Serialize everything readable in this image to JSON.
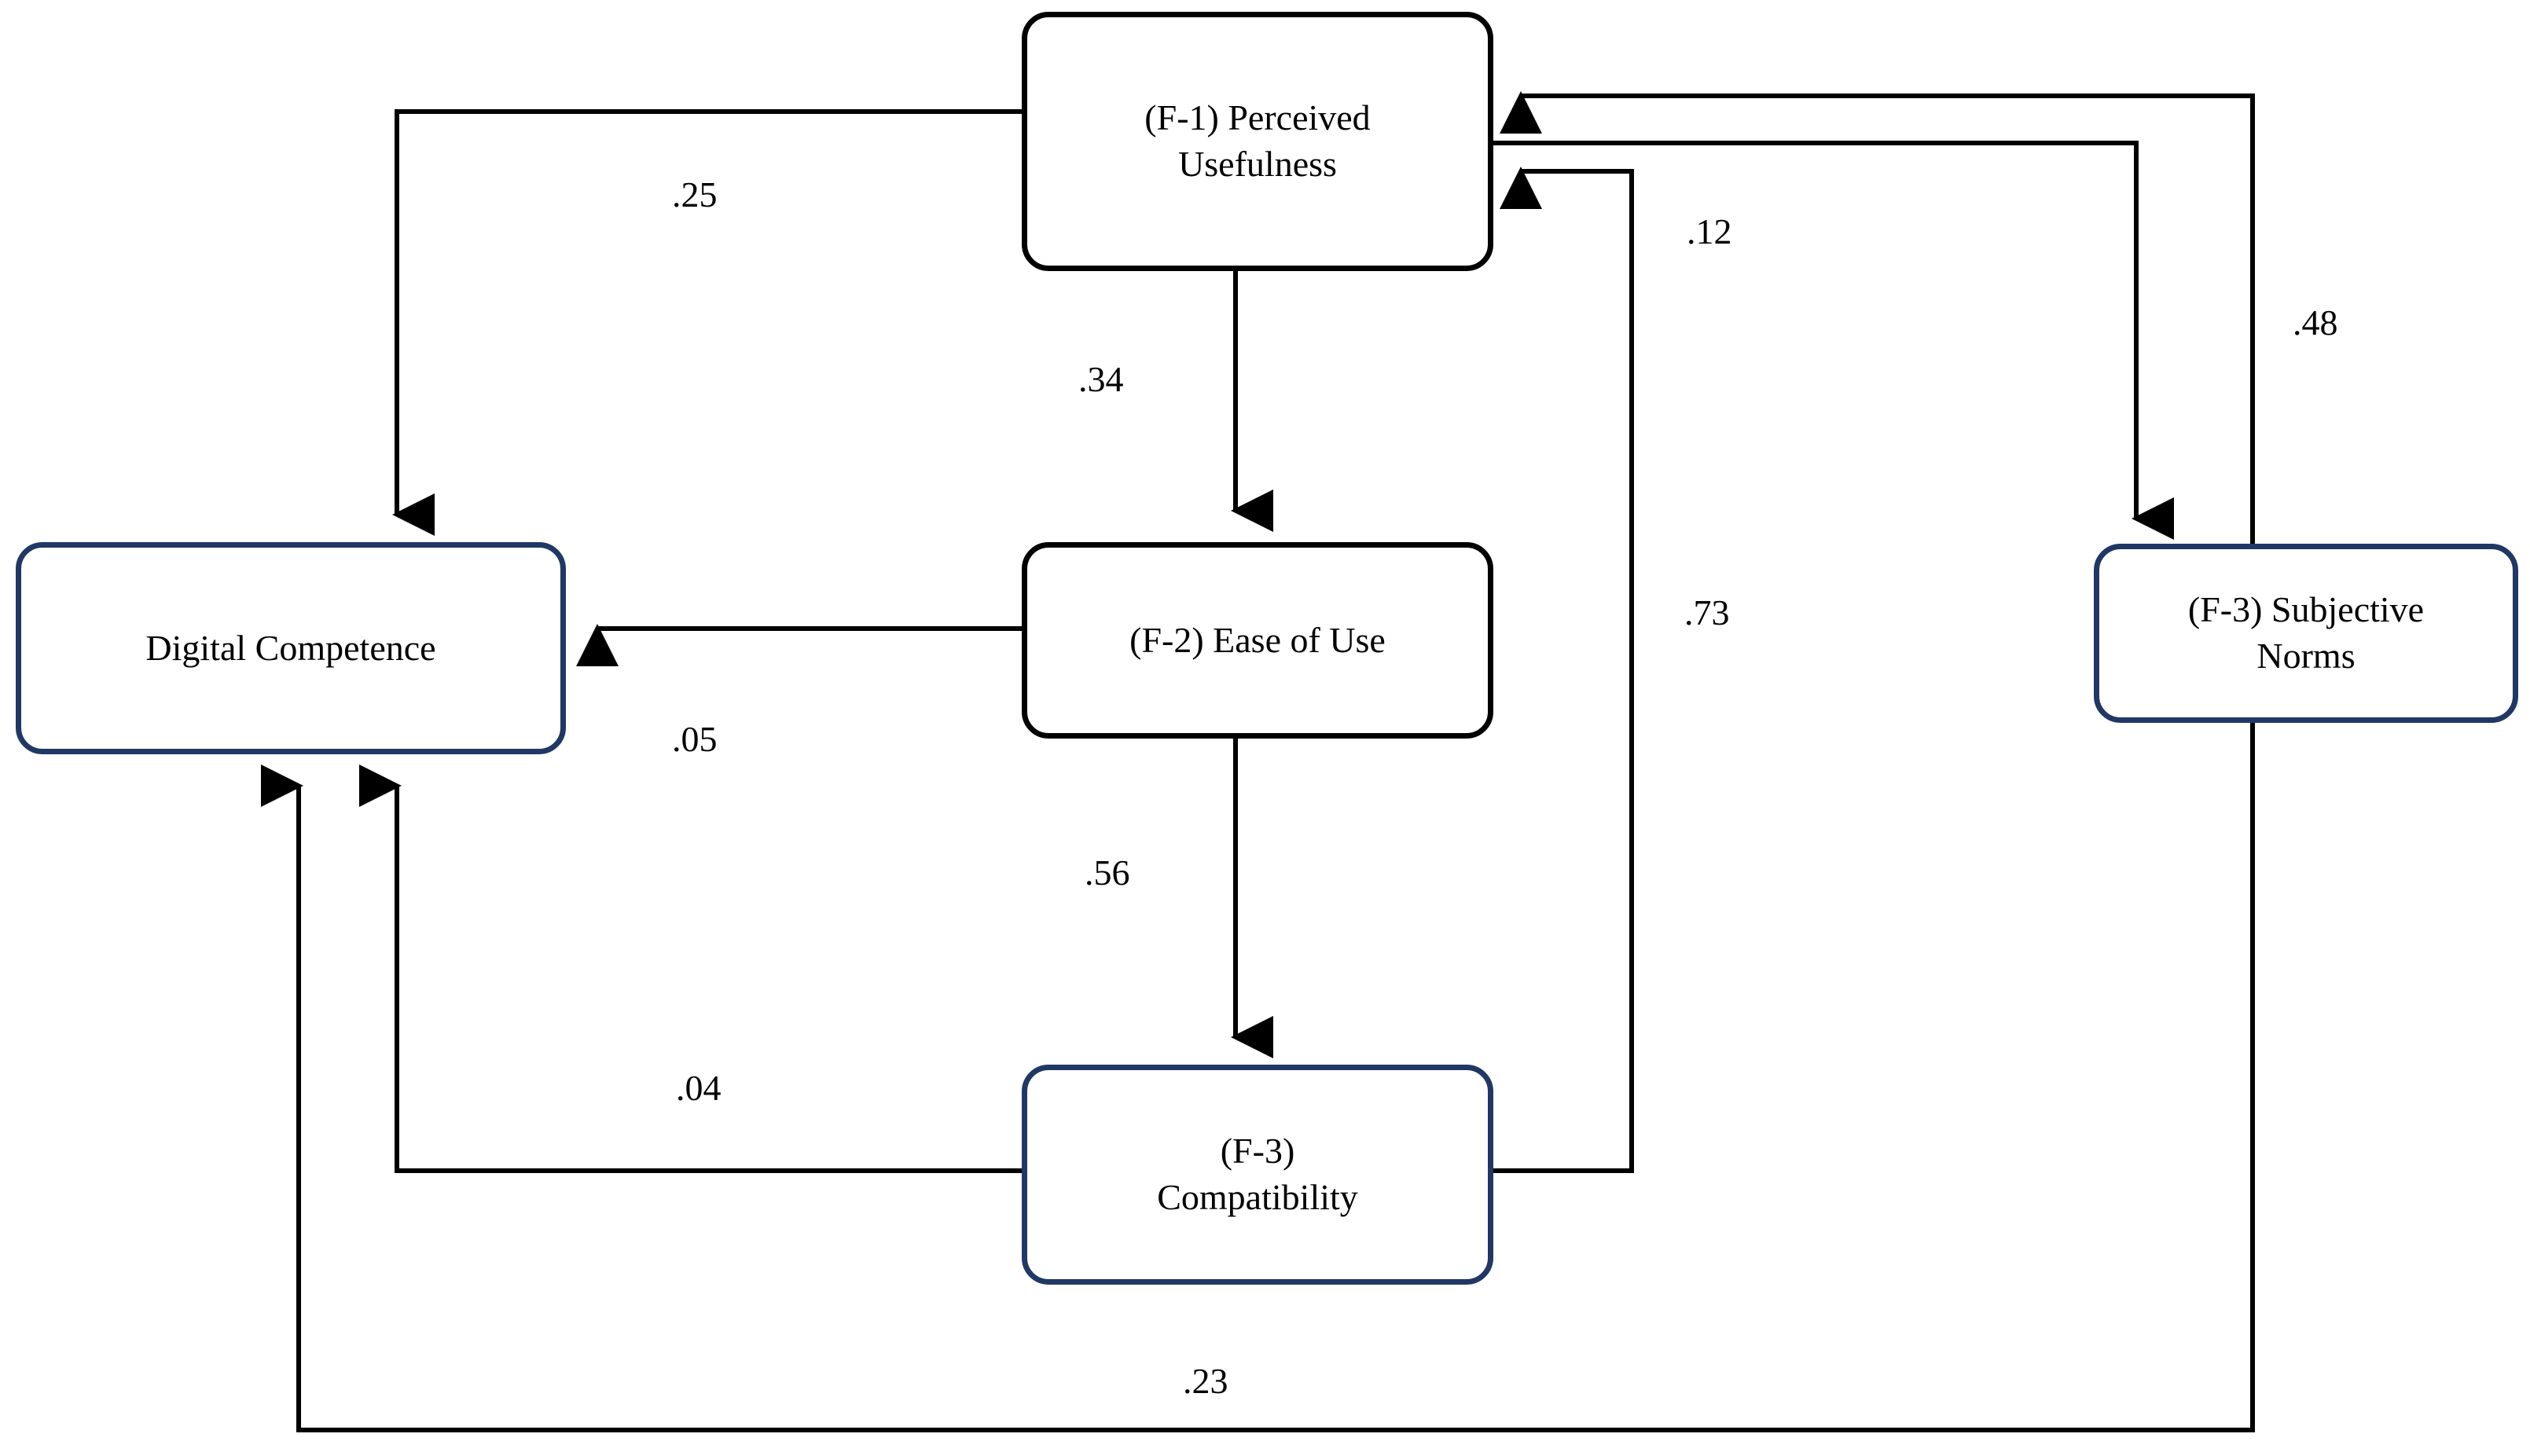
{
  "diagram": {
    "title": "Structural path model of technology acceptance and digital competence",
    "background_color": "#FFFFFF",
    "black_stroke": "#000000",
    "navy_stroke": "#1F3864",
    "nodes": [
      {
        "id": "perceived-usefulness",
        "label": "(F-1) Perceived\nUsefulness",
        "border_color": "#000000"
      },
      {
        "id": "digital-competence",
        "label": "Digital Competence",
        "border_color": "#1F3864"
      },
      {
        "id": "ease-of-use",
        "label": "(F-2) Ease of Use",
        "border_color": "#000000"
      },
      {
        "id": "compatibility",
        "label": "(F-3)\nCompatibility",
        "border_color": "#1F3864"
      },
      {
        "id": "subjective-norms",
        "label": "(F-3) Subjective\nNorms",
        "border_color": "#1F3864"
      }
    ],
    "paths": [
      {
        "id": "pu-to-dc",
        "from": "perceived-usefulness",
        "to": "digital-competence",
        "coefficient": ".25"
      },
      {
        "id": "pu-to-eou",
        "from": "perceived-usefulness",
        "to": "ease-of-use",
        "coefficient": ".34"
      },
      {
        "id": "pu-to-sn",
        "from": "perceived-usefulness",
        "to": "subjective-norms",
        "coefficient": ".12"
      },
      {
        "id": "sn-to-pu",
        "from": "subjective-norms",
        "to": "perceived-usefulness",
        "coefficient": ".48"
      },
      {
        "id": "comp-to-pu",
        "from": "compatibility",
        "to": "perceived-usefulness",
        "coefficient": ".73"
      },
      {
        "id": "eou-to-dc",
        "from": "ease-of-use",
        "to": "digital-competence",
        "coefficient": ".05"
      },
      {
        "id": "eou-to-comp",
        "from": "ease-of-use",
        "to": "compatibility",
        "coefficient": ".56"
      },
      {
        "id": "comp-to-dc",
        "from": "compatibility",
        "to": "digital-competence",
        "coefficient": ".04"
      },
      {
        "id": "sn-to-dc",
        "from": "subjective-norms",
        "to": "digital-competence",
        "coefficient": ".23"
      }
    ]
  },
  "chart_data": {
    "type": "diagram",
    "title": "Path analysis model",
    "nodes": [
      "(F-1) Perceived Usefulness",
      "Digital Competence",
      "(F-2) Ease of Use",
      "(F-3) Compatibility",
      "(F-3) Subjective Norms"
    ],
    "edges": [
      {
        "source": "(F-1) Perceived Usefulness",
        "target": "Digital Competence",
        "value": 0.25,
        "label": ".25"
      },
      {
        "source": "(F-1) Perceived Usefulness",
        "target": "(F-2) Ease of Use",
        "value": 0.34,
        "label": ".34"
      },
      {
        "source": "(F-1) Perceived Usefulness",
        "target": "(F-3) Subjective Norms",
        "value": 0.12,
        "label": ".12"
      },
      {
        "source": "(F-3) Subjective Norms",
        "target": "(F-1) Perceived Usefulness",
        "value": 0.48,
        "label": ".48"
      },
      {
        "source": "(F-3) Compatibility",
        "target": "(F-1) Perceived Usefulness",
        "value": 0.73,
        "label": ".73"
      },
      {
        "source": "(F-2) Ease of Use",
        "target": "Digital Competence",
        "value": 0.05,
        "label": ".05"
      },
      {
        "source": "(F-2) Ease of Use",
        "target": "(F-3) Compatibility",
        "value": 0.56,
        "label": ".56"
      },
      {
        "source": "(F-3) Compatibility",
        "target": "Digital Competence",
        "value": 0.04,
        "label": ".04"
      },
      {
        "source": "(F-3) Subjective Norms",
        "target": "Digital Competence",
        "value": 0.23,
        "label": ".23"
      }
    ]
  }
}
